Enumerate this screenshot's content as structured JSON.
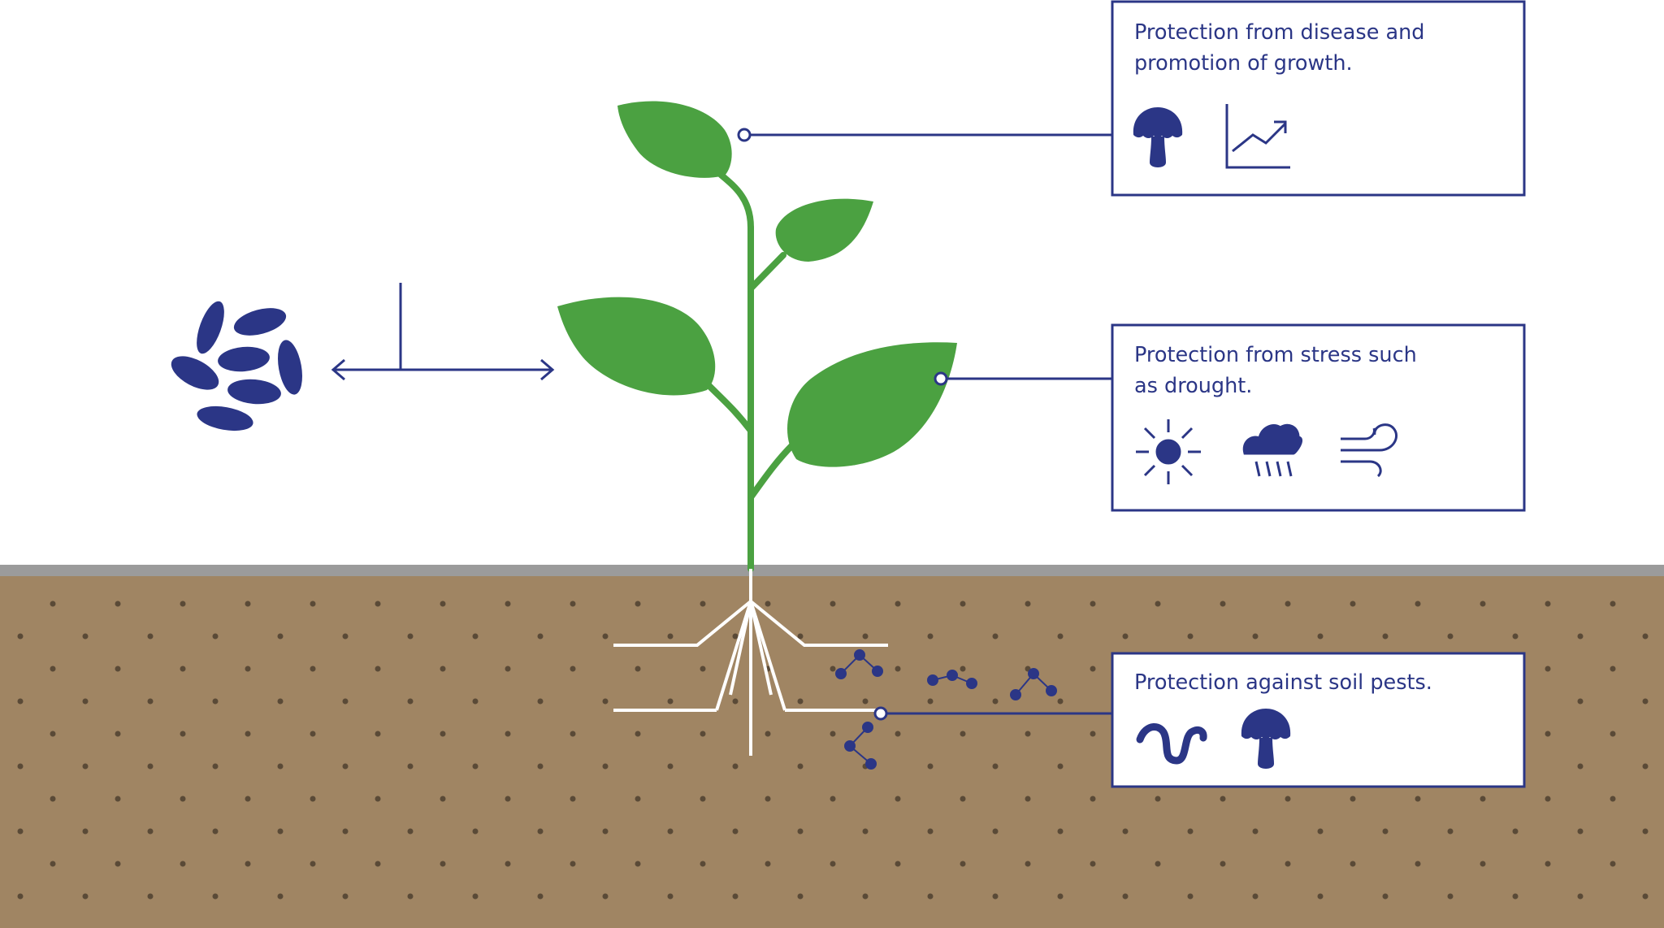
{
  "callouts": [
    {
      "id": "growth",
      "text_lines": [
        "Protection from disease and",
        "promotion of growth."
      ],
      "icons": [
        "mushroom-icon",
        "growth-chart-icon"
      ]
    },
    {
      "id": "stress",
      "text_lines": [
        "Protection from stress such",
        "as drought."
      ],
      "icons": [
        "sun-icon",
        "rain-cloud-icon",
        "wind-icon"
      ]
    },
    {
      "id": "pests",
      "text_lines": [
        "Protection against soil pests."
      ],
      "icons": [
        "worm-icon",
        "mushroom-icon"
      ]
    }
  ],
  "colors": {
    "navy": "#2b3686",
    "leaf": "#4ba141",
    "soil": "#a08563",
    "ground_line": "#9b9b9b",
    "root": "#ffffff"
  }
}
